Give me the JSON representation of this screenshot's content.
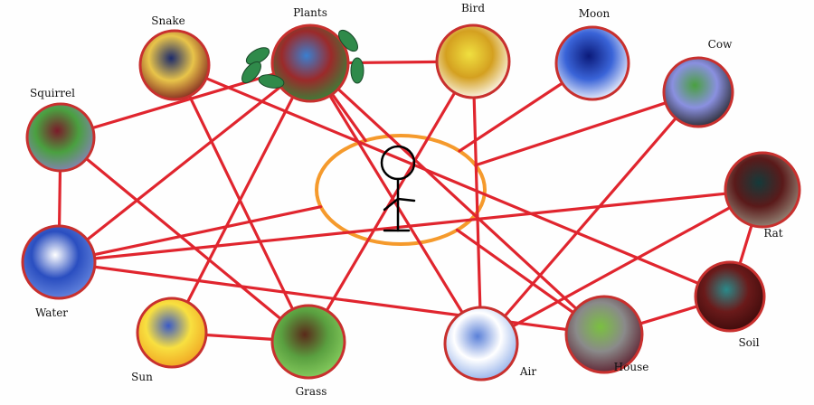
{
  "nodes": [
    {
      "id": "snake",
      "label": "Snake",
      "colors": [
        "#1c2a6b",
        "#e8c44a",
        "#7a1b1b"
      ]
    },
    {
      "id": "plants",
      "label": "Plants",
      "colors": [
        "#3a7fd0",
        "#9b2a2a",
        "#2f8a3a"
      ]
    },
    {
      "id": "bird",
      "label": "Bird",
      "colors": [
        "#f0e040",
        "#d4a020",
        "#ffffff"
      ]
    },
    {
      "id": "moon",
      "label": "Moon",
      "colors": [
        "#0b1a7a",
        "#3a64d8",
        "#ffffff"
      ]
    },
    {
      "id": "cow",
      "label": "Cow",
      "colors": [
        "#4aa040",
        "#8a90e0",
        "#222222"
      ]
    },
    {
      "id": "squirrel",
      "label": "Squirrel",
      "colors": [
        "#7a1b2a",
        "#4aa040",
        "#8a80c0"
      ]
    },
    {
      "id": "rat",
      "label": "Rat",
      "colors": [
        "#143a3a",
        "#5a1a1a",
        "#9a9080"
      ]
    },
    {
      "id": "water",
      "label": "Water",
      "colors": [
        "#ffffff",
        "#2a4ec0",
        "#6a8ae0"
      ]
    },
    {
      "id": "soil",
      "label": "Soil",
      "colors": [
        "#2a8a8a",
        "#6a1a1a",
        "#3a0a0a"
      ]
    },
    {
      "id": "sun",
      "label": "Sun",
      "colors": [
        "#3a5ac8",
        "#f8e040",
        "#f0a020"
      ]
    },
    {
      "id": "grass",
      "label": "Grass",
      "colors": [
        "#5a2a1a",
        "#5aa040",
        "#8ad060"
      ]
    },
    {
      "id": "air",
      "label": "Air",
      "colors": [
        "#5a80d8",
        "#ffffff",
        "#8aaae8"
      ]
    },
    {
      "id": "house",
      "label": "House",
      "colors": [
        "#7ac040",
        "#8a8a8a",
        "#5a1a2a"
      ]
    }
  ],
  "center": {
    "label": "",
    "ring_color": "#f59a2c",
    "figure": "stick-figure-person"
  },
  "link_color": "#e0252e",
  "border_color": "#c8302e",
  "links": [
    [
      "plants",
      "bird"
    ],
    [
      "squirrel",
      "plants"
    ],
    [
      "snake",
      "soil"
    ],
    [
      "snake",
      "grass"
    ],
    [
      "plants",
      "water"
    ],
    [
      "plants",
      "sun"
    ],
    [
      "plants",
      "center"
    ],
    [
      "plants",
      "air"
    ],
    [
      "plants",
      "house"
    ],
    [
      "squirrel",
      "grass"
    ],
    [
      "squirrel",
      "water"
    ],
    [
      "bird",
      "grass"
    ],
    [
      "bird",
      "air"
    ],
    [
      "moon",
      "center"
    ],
    [
      "cow",
      "center"
    ],
    [
      "cow",
      "air"
    ],
    [
      "rat",
      "water"
    ],
    [
      "center",
      "water"
    ],
    [
      "rat",
      "air"
    ],
    [
      "rat",
      "soil"
    ],
    [
      "soil",
      "house"
    ],
    [
      "water",
      "house"
    ],
    [
      "sun",
      "grass"
    ],
    [
      "center",
      "house"
    ]
  ]
}
